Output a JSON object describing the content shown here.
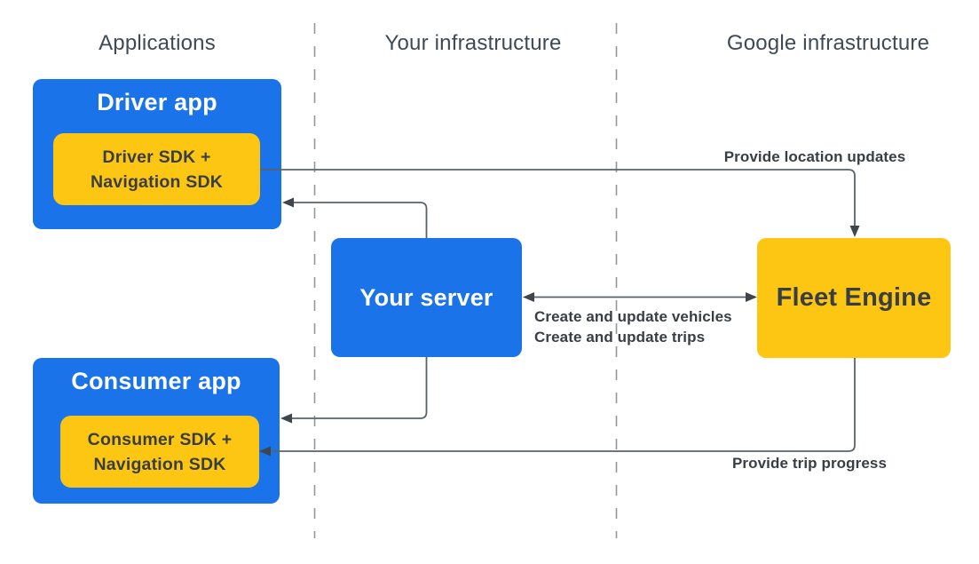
{
  "colors": {
    "blue": "#1a73e8",
    "yellow": "#fcc613",
    "line": "#5b6269",
    "arrowhead": "#3f454c",
    "header_text": "#3f4a56",
    "dark_text": "#393e44",
    "dash": "#8f959b",
    "bg": "#ffffff"
  },
  "columns": {
    "applications": "Applications",
    "your_infrastructure": "Your infrastructure",
    "google_infrastructure": "Google infrastructure"
  },
  "nodes": {
    "driver_app": {
      "title": "Driver app"
    },
    "driver_sdk": {
      "line1": "Driver SDK +",
      "line2": "Navigation SDK"
    },
    "consumer_app": {
      "title": "Consumer app"
    },
    "consumer_sdk": {
      "line1": "Consumer SDK +",
      "line2": "Navigation SDK"
    },
    "your_server": {
      "title": "Your server"
    },
    "fleet_engine": {
      "title": "Fleet Engine"
    }
  },
  "edges": {
    "location_updates": {
      "label": "Provide location updates"
    },
    "server_fleet": {
      "label_line1": "Create and update vehicles",
      "label_line2": "Create and update trips"
    },
    "trip_progress": {
      "label": "Provide trip progress"
    }
  }
}
